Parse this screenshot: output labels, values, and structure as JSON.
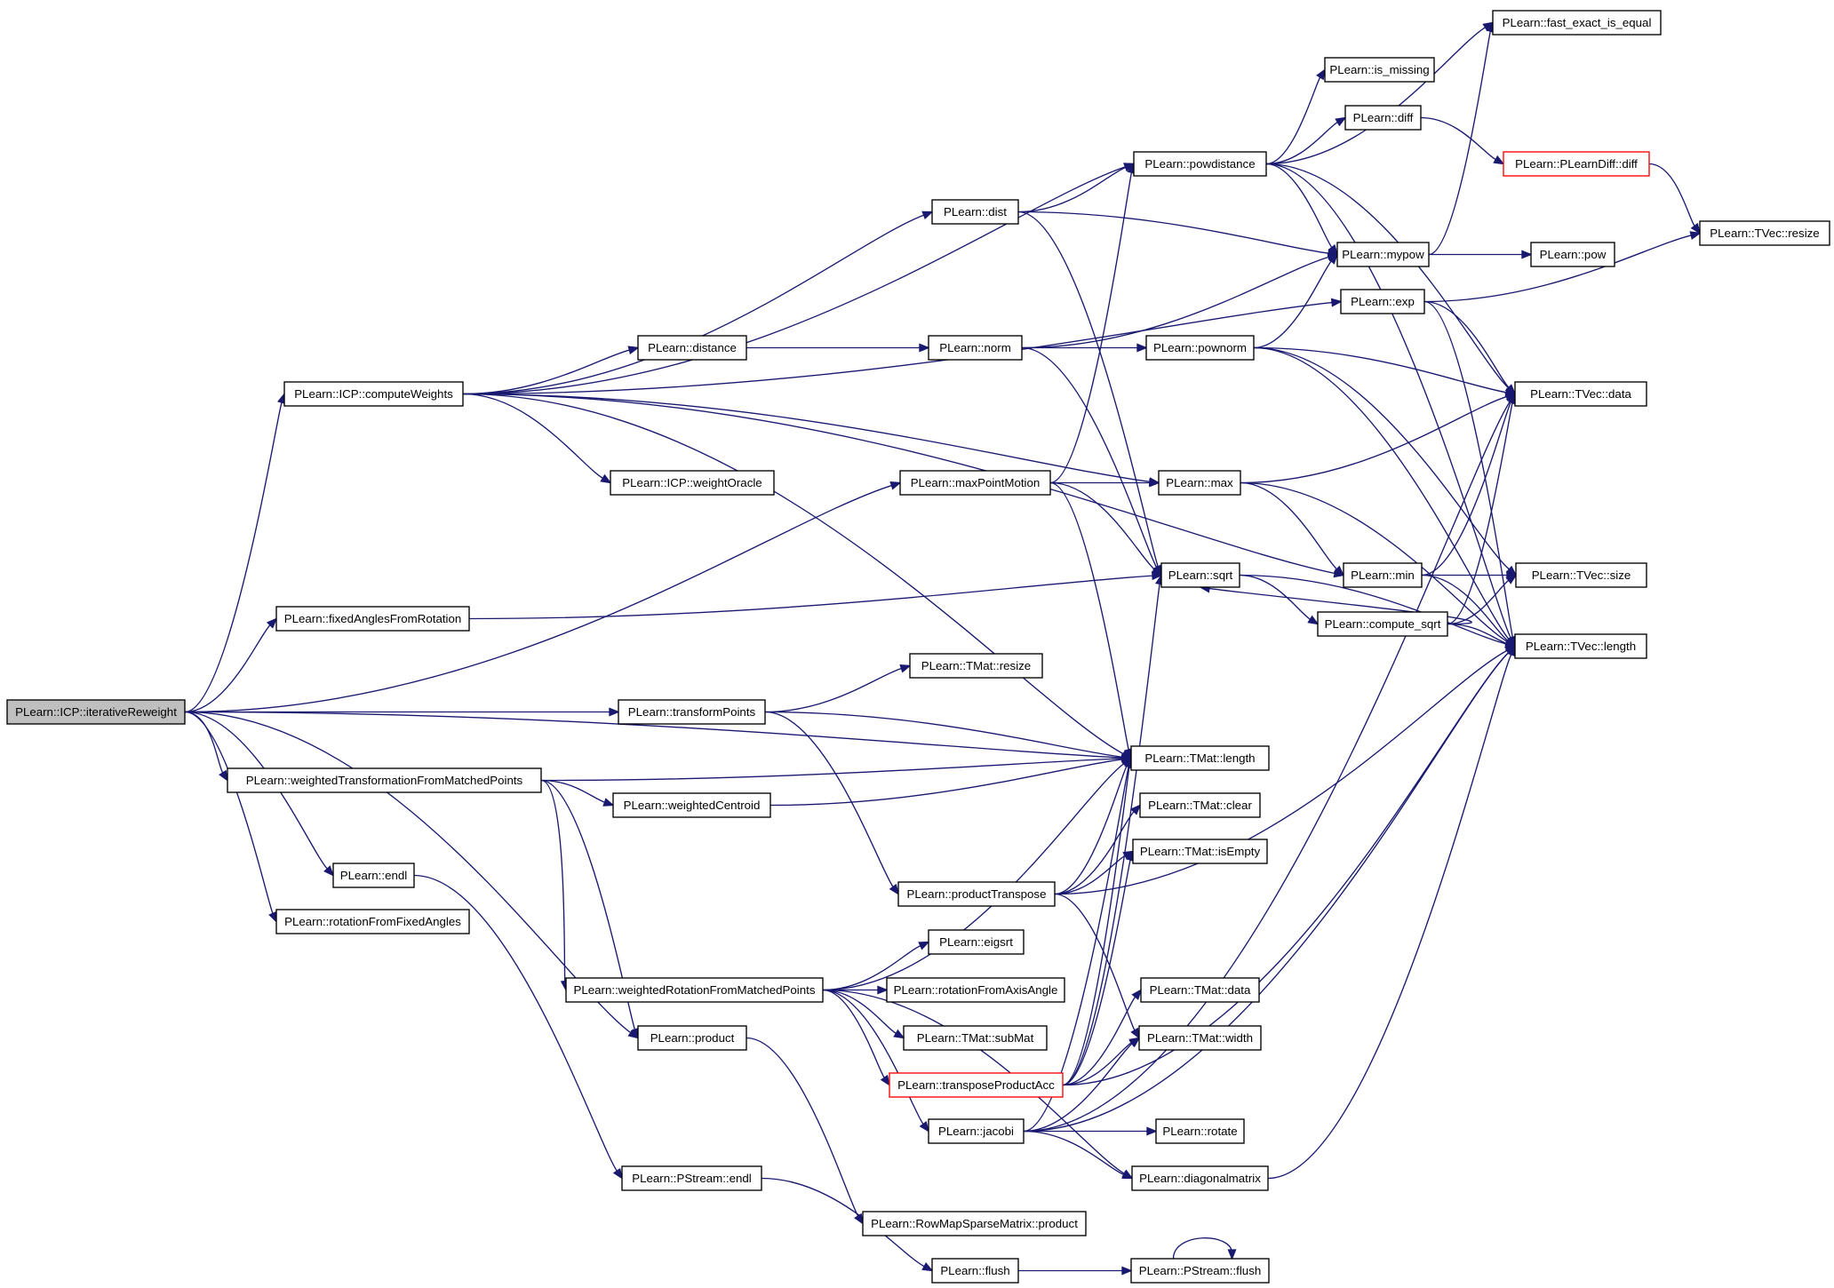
{
  "graph": {
    "nodes": [
      {
        "id": "n0",
        "label": "PLearn::ICP::iterativeReweight",
        "root": true
      },
      {
        "id": "n1",
        "label": "PLearn::ICP::computeWeights"
      },
      {
        "id": "n2",
        "label": "PLearn::fixedAnglesFromRotation"
      },
      {
        "id": "n3",
        "label": "PLearn::weightedTransformationFromMatchedPoints"
      },
      {
        "id": "n4",
        "label": "PLearn::endl"
      },
      {
        "id": "n5",
        "label": "PLearn::rotationFromFixedAngles"
      },
      {
        "id": "n6",
        "label": "PLearn::distance"
      },
      {
        "id": "n7",
        "label": "PLearn::ICP::weightOracle"
      },
      {
        "id": "n8",
        "label": "PLearn::maxPointMotion"
      },
      {
        "id": "n9",
        "label": "PLearn::transformPoints"
      },
      {
        "id": "n10",
        "label": "PLearn::weightedCentroid"
      },
      {
        "id": "n11",
        "label": "PLearn::weightedRotationFromMatchedPoints"
      },
      {
        "id": "n12",
        "label": "PLearn::product"
      },
      {
        "id": "n13",
        "label": "PLearn::PStream::endl"
      },
      {
        "id": "n14",
        "label": "PLearn::dist"
      },
      {
        "id": "n15",
        "label": "PLearn::norm"
      },
      {
        "id": "n16",
        "label": "PLearn::TMat::resize"
      },
      {
        "id": "n17",
        "label": "PLearn::productTranspose"
      },
      {
        "id": "n18",
        "label": "PLearn::eigsrt"
      },
      {
        "id": "n19",
        "label": "PLearn::rotationFromAxisAngle"
      },
      {
        "id": "n20",
        "label": "PLearn::TMat::subMat"
      },
      {
        "id": "n21",
        "label": "PLearn::transposeProductAcc",
        "red": true
      },
      {
        "id": "n22",
        "label": "PLearn::jacobi"
      },
      {
        "id": "n23",
        "label": "PLearn::RowMapSparseMatrix::product"
      },
      {
        "id": "n24",
        "label": "PLearn::flush"
      },
      {
        "id": "n25",
        "label": "PLearn::powdistance"
      },
      {
        "id": "n26",
        "label": "PLearn::pownorm"
      },
      {
        "id": "n27",
        "label": "PLearn::max"
      },
      {
        "id": "n28",
        "label": "PLearn::sqrt"
      },
      {
        "id": "n29",
        "label": "PLearn::TMat::length"
      },
      {
        "id": "n30",
        "label": "PLearn::TMat::clear"
      },
      {
        "id": "n31",
        "label": "PLearn::TMat::isEmpty"
      },
      {
        "id": "n32",
        "label": "PLearn::TMat::data"
      },
      {
        "id": "n33",
        "label": "PLearn::TMat::width"
      },
      {
        "id": "n34",
        "label": "PLearn::rotate"
      },
      {
        "id": "n35",
        "label": "PLearn::diagonalmatrix"
      },
      {
        "id": "n36",
        "label": "PLearn::PStream::flush"
      },
      {
        "id": "n37",
        "label": "PLearn::is_missing"
      },
      {
        "id": "n38",
        "label": "PLearn::diff"
      },
      {
        "id": "n39",
        "label": "PLearn::mypow"
      },
      {
        "id": "n40",
        "label": "PLearn::exp"
      },
      {
        "id": "n41",
        "label": "PLearn::min"
      },
      {
        "id": "n42",
        "label": "PLearn::compute_sqrt"
      },
      {
        "id": "n43",
        "label": "PLearn::fast_exact_is_equal"
      },
      {
        "id": "n44",
        "label": "PLearn::PLearnDiff::diff",
        "red": true
      },
      {
        "id": "n45",
        "label": "PLearn::pow"
      },
      {
        "id": "n46",
        "label": "PLearn::TVec::data"
      },
      {
        "id": "n47",
        "label": "PLearn::TVec::size"
      },
      {
        "id": "n48",
        "label": "PLearn::TVec::length"
      },
      {
        "id": "n49",
        "label": "PLearn::TVec::resize"
      }
    ],
    "edges": [
      [
        "n0",
        "n1"
      ],
      [
        "n0",
        "n2"
      ],
      [
        "n0",
        "n3"
      ],
      [
        "n0",
        "n4"
      ],
      [
        "n0",
        "n5"
      ],
      [
        "n0",
        "n8"
      ],
      [
        "n0",
        "n9"
      ],
      [
        "n0",
        "n12"
      ],
      [
        "n0",
        "n29"
      ],
      [
        "n1",
        "n6"
      ],
      [
        "n1",
        "n7"
      ],
      [
        "n1",
        "n14"
      ],
      [
        "n1",
        "n25"
      ],
      [
        "n1",
        "n40"
      ],
      [
        "n1",
        "n27"
      ],
      [
        "n1",
        "n41"
      ],
      [
        "n1",
        "n29"
      ],
      [
        "n2",
        "n28"
      ],
      [
        "n3",
        "n10"
      ],
      [
        "n3",
        "n11"
      ],
      [
        "n3",
        "n12"
      ],
      [
        "n3",
        "n29"
      ],
      [
        "n4",
        "n13"
      ],
      [
        "n6",
        "n15"
      ],
      [
        "n8",
        "n25"
      ],
      [
        "n8",
        "n27"
      ],
      [
        "n8",
        "n28"
      ],
      [
        "n8",
        "n29"
      ],
      [
        "n9",
        "n16"
      ],
      [
        "n9",
        "n17"
      ],
      [
        "n9",
        "n29"
      ],
      [
        "n10",
        "n29"
      ],
      [
        "n11",
        "n18"
      ],
      [
        "n11",
        "n19"
      ],
      [
        "n11",
        "n20"
      ],
      [
        "n11",
        "n21"
      ],
      [
        "n11",
        "n22"
      ],
      [
        "n11",
        "n35"
      ],
      [
        "n11",
        "n29"
      ],
      [
        "n12",
        "n23"
      ],
      [
        "n13",
        "n24"
      ],
      [
        "n14",
        "n25"
      ],
      [
        "n14",
        "n39"
      ],
      [
        "n14",
        "n28"
      ],
      [
        "n15",
        "n26"
      ],
      [
        "n15",
        "n39"
      ],
      [
        "n15",
        "n28"
      ],
      [
        "n17",
        "n29"
      ],
      [
        "n17",
        "n30"
      ],
      [
        "n17",
        "n31"
      ],
      [
        "n17",
        "n33"
      ],
      [
        "n17",
        "n48"
      ],
      [
        "n21",
        "n29"
      ],
      [
        "n21",
        "n31"
      ],
      [
        "n21",
        "n32"
      ],
      [
        "n21",
        "n33"
      ],
      [
        "n21",
        "n28"
      ],
      [
        "n21",
        "n48"
      ],
      [
        "n22",
        "n29"
      ],
      [
        "n22",
        "n33"
      ],
      [
        "n22",
        "n34"
      ],
      [
        "n22",
        "n35"
      ],
      [
        "n22",
        "n46"
      ],
      [
        "n22",
        "n48"
      ],
      [
        "n24",
        "n36"
      ],
      [
        "n25",
        "n43"
      ],
      [
        "n25",
        "n37"
      ],
      [
        "n25",
        "n38"
      ],
      [
        "n25",
        "n39"
      ],
      [
        "n25",
        "n46"
      ],
      [
        "n25",
        "n48"
      ],
      [
        "n26",
        "n39"
      ],
      [
        "n26",
        "n46"
      ],
      [
        "n26",
        "n47"
      ],
      [
        "n26",
        "n48"
      ],
      [
        "n27",
        "n46"
      ],
      [
        "n27",
        "n41"
      ],
      [
        "n27",
        "n48"
      ],
      [
        "n28",
        "n42"
      ],
      [
        "n28",
        "n48"
      ],
      [
        "n35",
        "n48"
      ],
      [
        "n36",
        "n36"
      ],
      [
        "n38",
        "n44"
      ],
      [
        "n39",
        "n43"
      ],
      [
        "n39",
        "n45"
      ],
      [
        "n40",
        "n49"
      ],
      [
        "n40",
        "n46"
      ],
      [
        "n40",
        "n48"
      ],
      [
        "n41",
        "n46"
      ],
      [
        "n41",
        "n47"
      ],
      [
        "n41",
        "n48"
      ],
      [
        "n42",
        "n28"
      ],
      [
        "n42",
        "n46"
      ],
      [
        "n42",
        "n47"
      ],
      [
        "n42",
        "n48"
      ],
      [
        "n44",
        "n49"
      ]
    ]
  }
}
